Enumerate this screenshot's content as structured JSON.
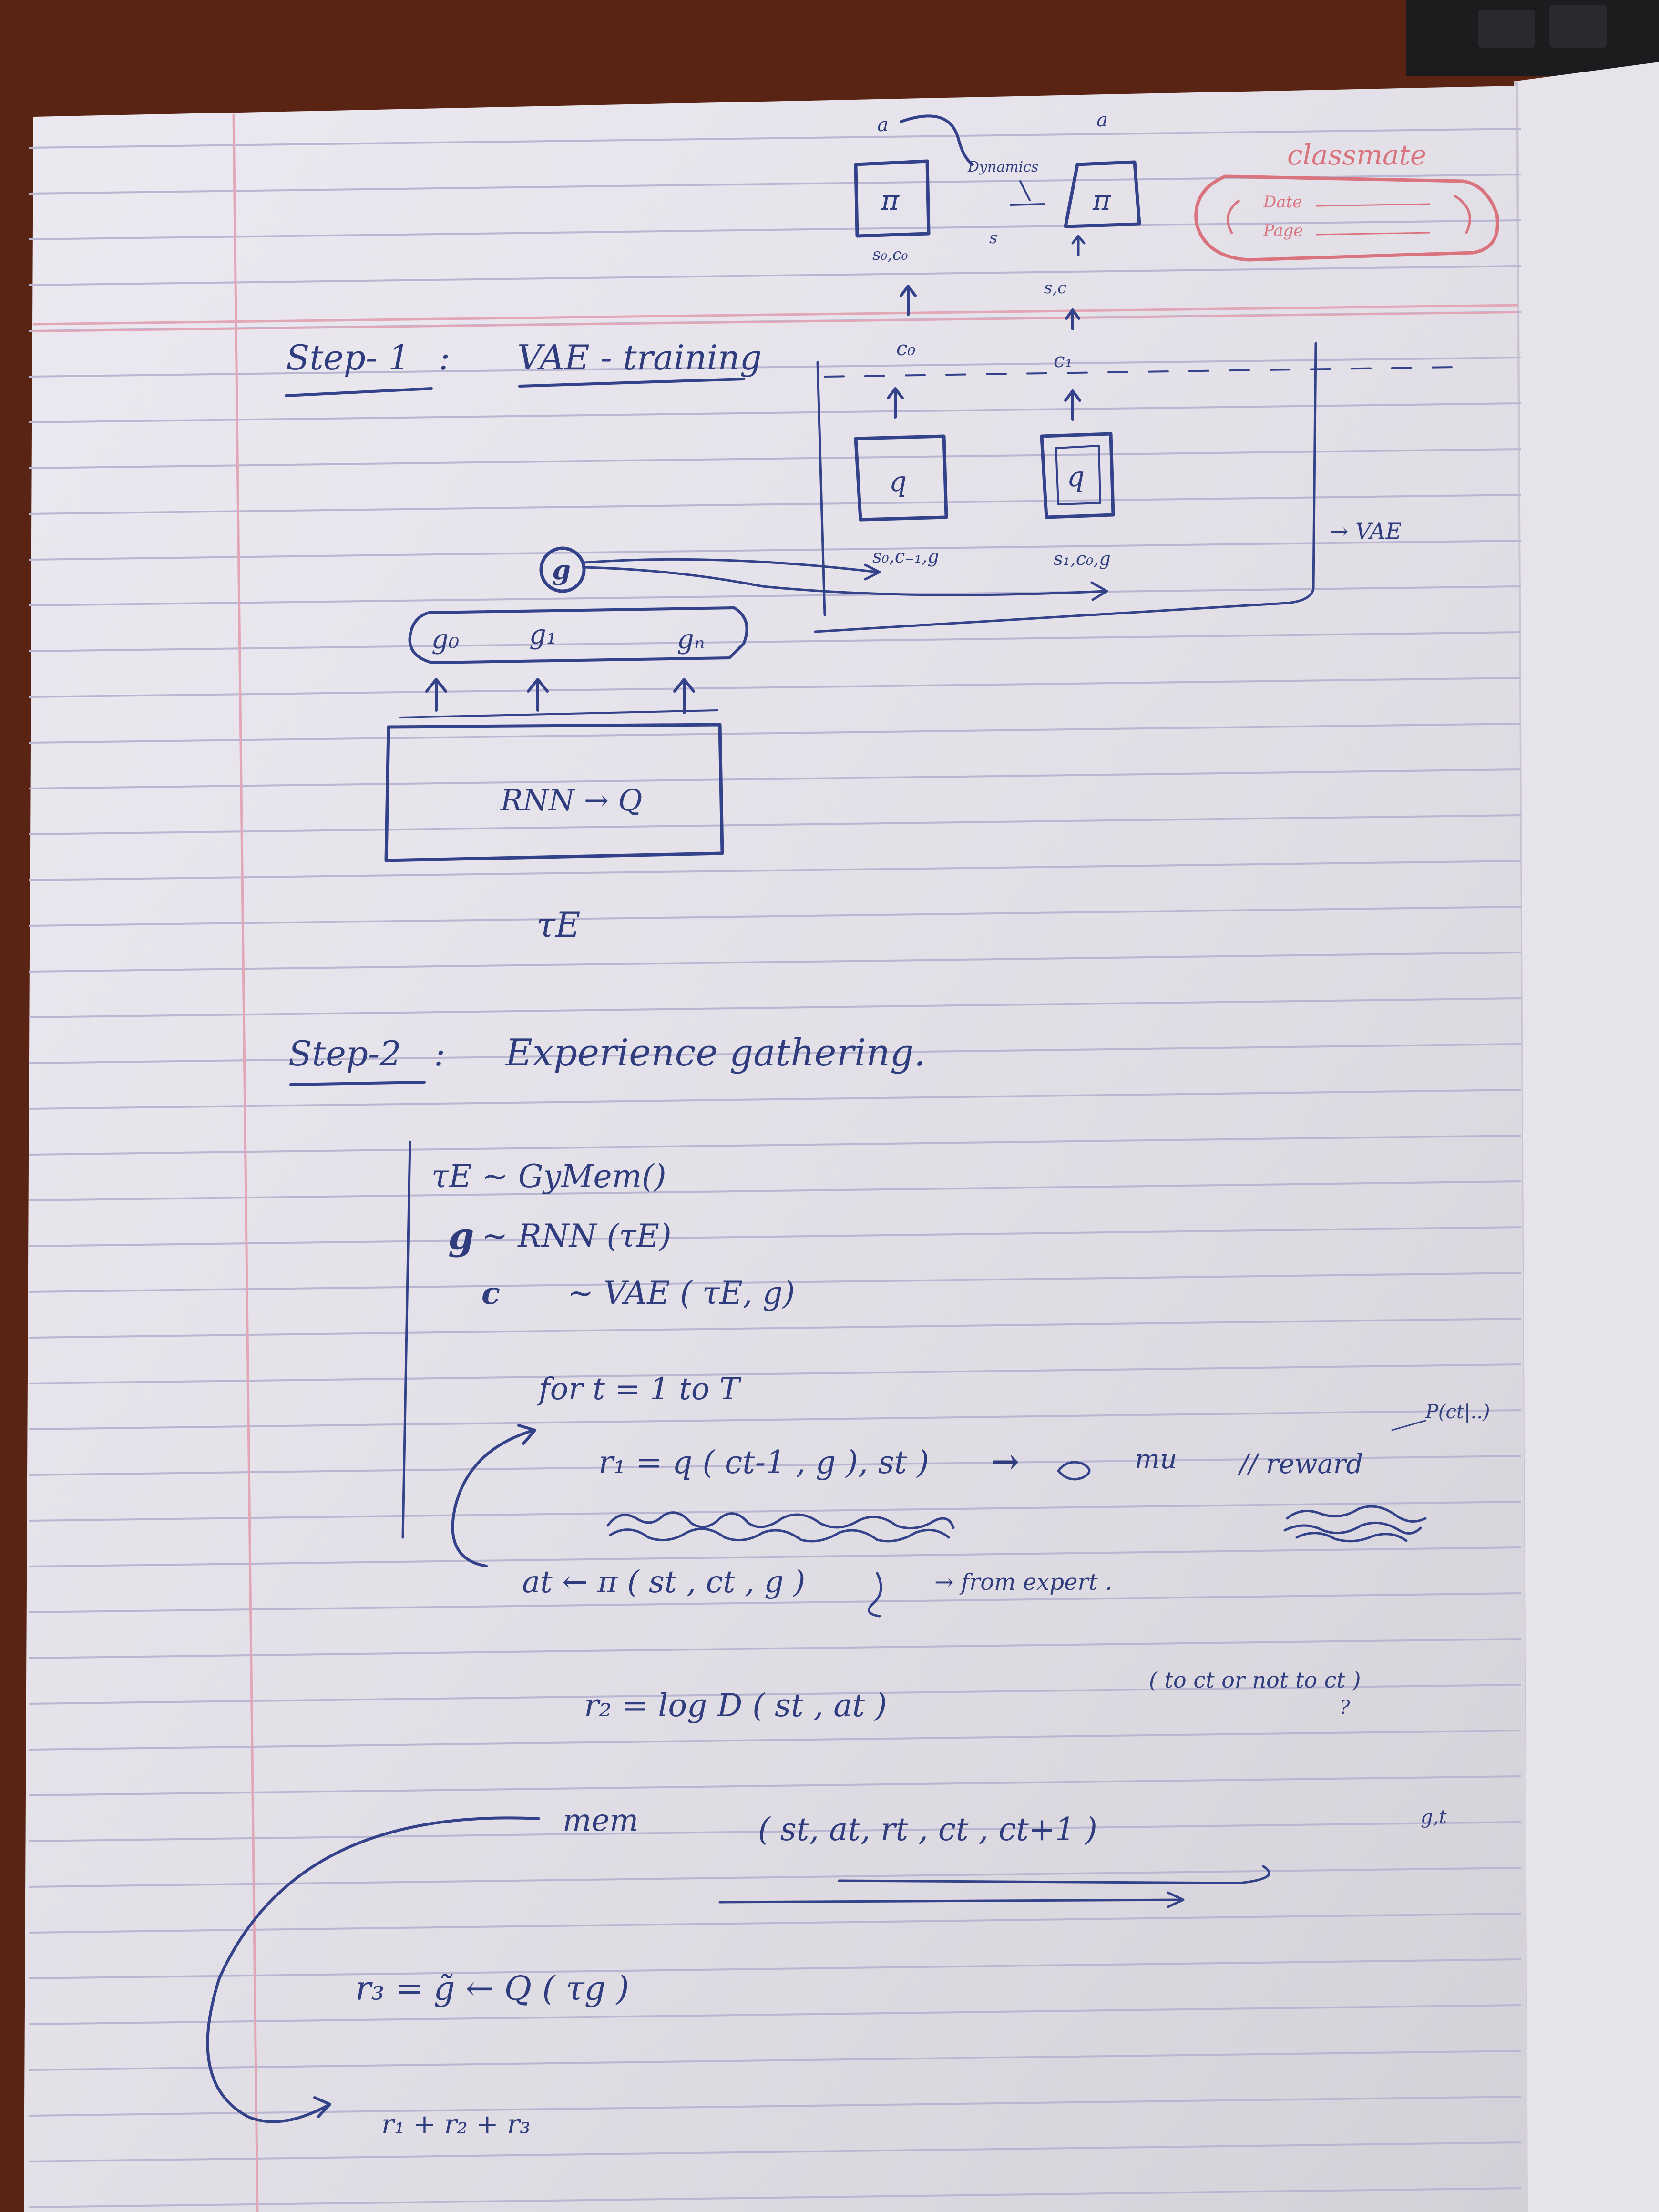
{
  "colors": {
    "ink": "#2f3d7e",
    "paper": "#ebe7f0",
    "rule_line": "#b9b6d2",
    "margin_line": "#e2a7b6",
    "stamp": "#d9747f",
    "table": "#5a2415"
  },
  "stamp": {
    "brand": "classmate",
    "date_label": "Date",
    "page_label": "Page"
  },
  "diagram": {
    "pi_box_left": "π",
    "pi_box_right": "π",
    "pi_left_output": "a",
    "pi_right_output": "a",
    "dynamics_label": "Dynamics",
    "s_prime": "s",
    "pi_left_input": "s₀,c₀",
    "pi_right_input": "s,c",
    "c_left": "c₀",
    "c_right": "c₁",
    "q_box_left": "q",
    "q_box_right": "q",
    "q_left_input": "s₀,c₋₁,g",
    "q_right_input": "s₁,c₀,g",
    "vae_label": "→ VAE",
    "g_circle": "g",
    "g_list": [
      "g₀",
      "g₁",
      "gₙ"
    ],
    "rnn_box": "RNN → Q",
    "tau_e": "τE"
  },
  "step1": {
    "label": "Step- 1",
    "colon": ":",
    "title": "VAE - training"
  },
  "step2": {
    "label": "Step-2",
    "colon": ":",
    "title": "Experience gathering."
  },
  "algorithm": {
    "line1": "τE ~ GyMem()",
    "line2_var": "g",
    "line2": "~   RNN (τE)",
    "line3_var": "c",
    "line3": "~    VAE ( τE, g)",
    "loop": "for    t = 1  to  T",
    "r1_eq": "r₁ = q ( ct-1 , g ), st )",
    "r1_arrow": "→",
    "r1_mu": "mu",
    "r1_reward": "// reward",
    "r1_note": "P(ct|..)",
    "at_eq": "at ← π (  st , ct , g )",
    "at_note": "→ from expert .",
    "r2_eq": "r₂  = log D ( st , at )",
    "r2_note": "( to  ct   or not  to ct )",
    "r2_note_q": "?",
    "mem_label": "mem",
    "mem_tuple": "(   st,  at,   rt  ,  ct  ,  ct+1 )",
    "mem_suffix": "g,t",
    "r3_eq": "r₃ =  g̃  ←  Q (        τg    )",
    "sum_eq": "r₁ + r₂ + r₃"
  }
}
